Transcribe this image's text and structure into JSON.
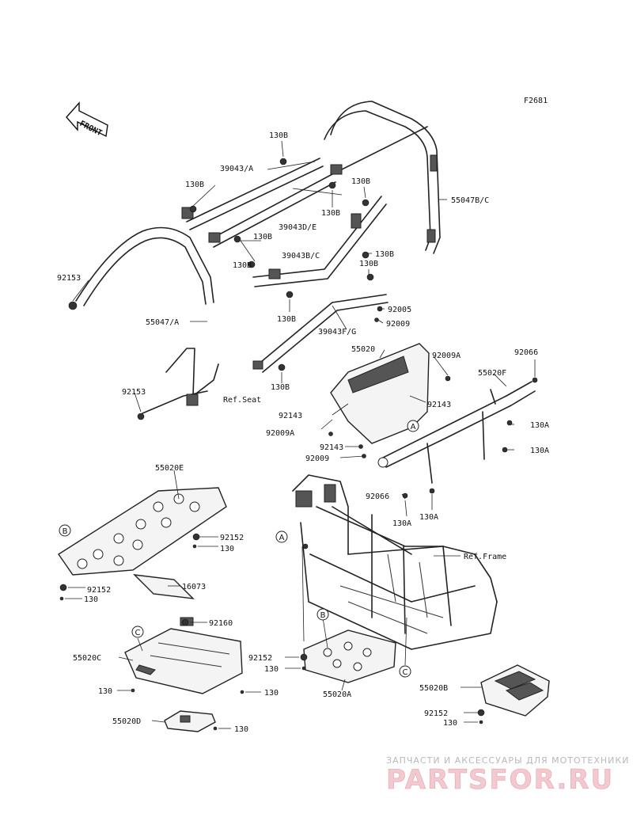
{
  "figure_code": "F2681",
  "front_label": "FRONT",
  "references": {
    "seat": "Ref.Seat",
    "frame": "Ref.Frame"
  },
  "callouts": [
    "A",
    "A",
    "B",
    "B",
    "C",
    "C"
  ],
  "parts": {
    "p130B_1": "130B",
    "p39043A": "39043/A",
    "p130B_2": "130B",
    "p55047BC": "55047B/C",
    "p130B_3": "130B",
    "p39043DE": "39043D/E",
    "p130B_4": "130B",
    "p130B_5": "130B",
    "p130B_6": "130B",
    "p39043BC": "39043B/C",
    "p130B_7": "130B",
    "p130B_8": "130B",
    "p92153_1": "92153",
    "p92005": "92005",
    "p55047A": "55047/A",
    "p130B_9": "130B",
    "p92009_1": "92009",
    "p39043FG": "39043F/G",
    "p55020": "55020",
    "p92009A_1": "92009A",
    "p92066_1": "92066",
    "p55020F": "55020F",
    "p92153_2": "92153",
    "p130B_10": "130B",
    "p92143_1": "92143",
    "p92143_2": "92143",
    "p130A_1": "130A",
    "p92009A_2": "92009A",
    "p92143_3": "92143",
    "p130A_2": "130A",
    "p92009_2": "92009",
    "p55020E": "55020E",
    "p92066_2": "92066",
    "p130A_3": "130A",
    "p130A_4": "130A",
    "p92152_1": "92152",
    "p130_1": "130",
    "p16073": "16073",
    "p92152_2": "92152",
    "p130_2": "130",
    "p92160": "92160",
    "p55020C": "55020C",
    "p92152_3": "92152",
    "p130_3": "130",
    "p55020A": "55020A",
    "p55020B": "55020B",
    "p130_4": "130",
    "p130_5": "130",
    "p92152_4": "92152",
    "p130_6": "130",
    "p55020D": "55020D",
    "p130_7": "130"
  },
  "watermark": {
    "tagline": "ЗАПЧАСТИ И АКСЕССУАРЫ ДЛЯ МОТОТЕХНИКИ",
    "brand": "PARTSFOR.RU"
  }
}
